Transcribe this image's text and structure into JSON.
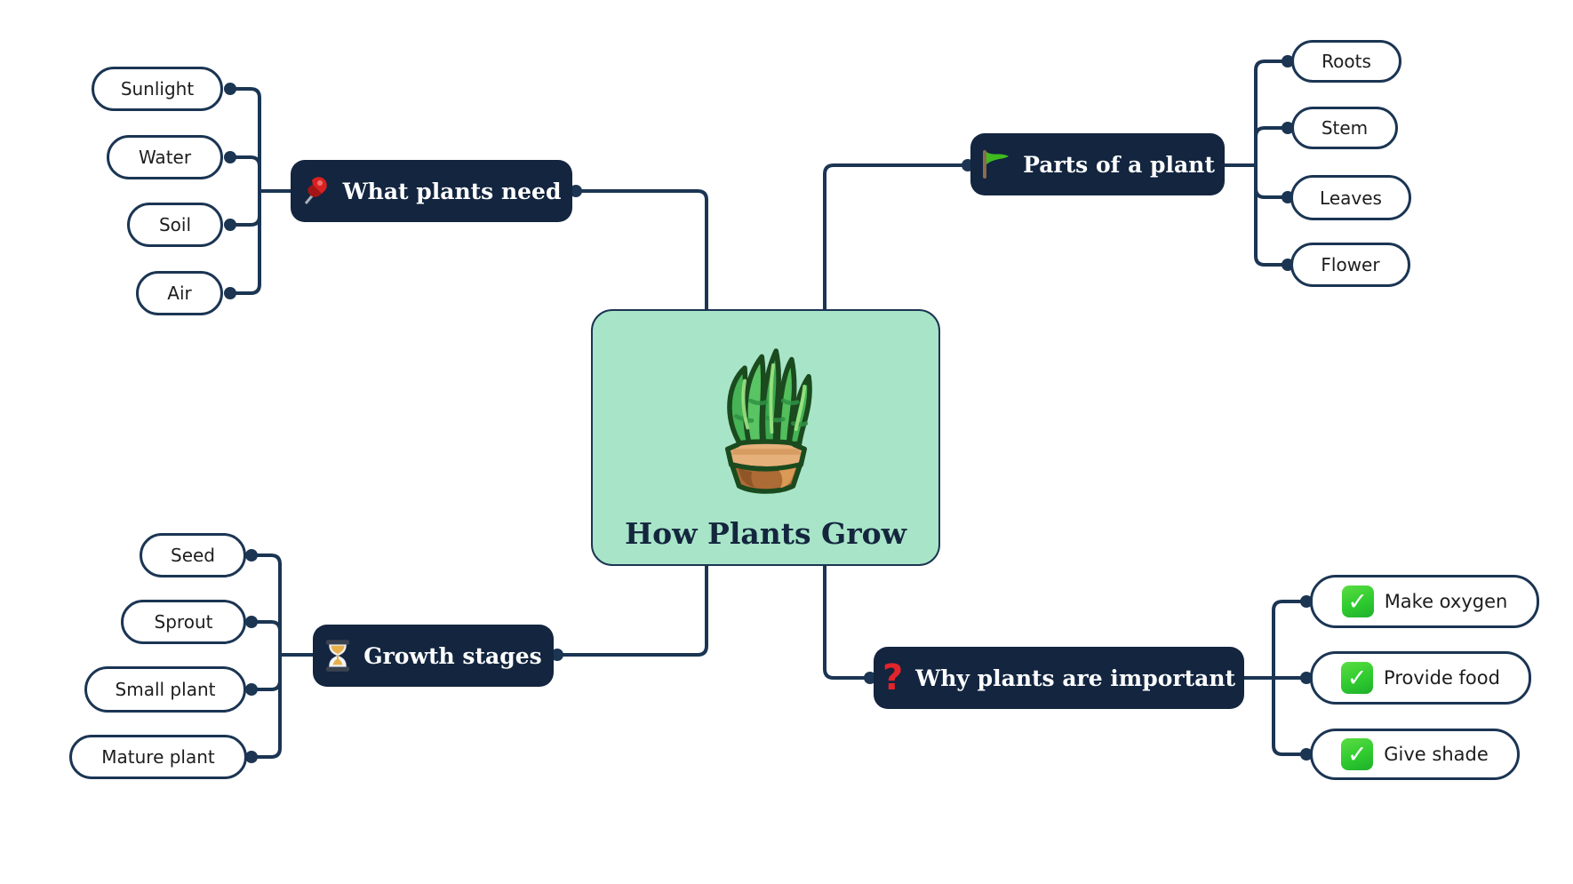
{
  "center": {
    "title": "How Plants Grow",
    "illustration": "potted-snake-plant"
  },
  "branches": [
    {
      "id": "what-plants-need",
      "label": "What plants need",
      "icon": "pushpin-icon",
      "children": [
        "Sunlight",
        "Water",
        "Soil",
        "Air"
      ]
    },
    {
      "id": "parts-of-a-plant",
      "label": "Parts of a plant",
      "icon": "green-flag-icon",
      "children": [
        "Roots",
        "Stem",
        "Leaves",
        "Flower"
      ]
    },
    {
      "id": "growth-stages",
      "label": "Growth stages",
      "icon": "hourglass-icon",
      "children": [
        "Seed",
        "Sprout",
        "Small plant",
        "Mature plant"
      ]
    },
    {
      "id": "why-plants-are-important",
      "label": "Why plants are important",
      "icon": "red-question-icon",
      "children": [
        "Make oxygen",
        "Provide food",
        "Give shade"
      ],
      "children_icon": "check-icon"
    }
  ],
  "icons": {
    "question_glyph": "?",
    "check_glyph": "✓"
  },
  "colors": {
    "branch_box": "#13253F",
    "line": "#1B3553",
    "center_fill": "#A8E5C8",
    "check_green": "#2FCB2F",
    "flag_green": "#3FBB20",
    "question_red": "#E3242B",
    "pill_border": "#1B3553",
    "title_text": "#14263E"
  }
}
